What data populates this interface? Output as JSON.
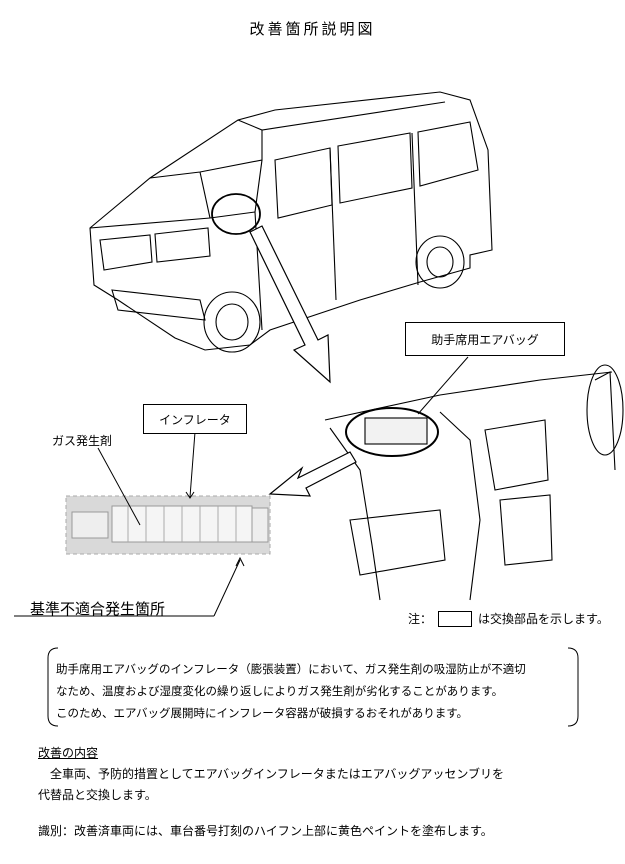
{
  "title": "改善箇所説明図",
  "labels": {
    "airbag": "助手席用エアバッグ",
    "inflator": "インフレータ",
    "gas": "ガス発生剤",
    "defect": "基準不適合発生箇所"
  },
  "note": {
    "prefix": "注：",
    "suffix": "は交換部品を示します。"
  },
  "description": [
    "助手席用エアバッグのインフレータ（膨張装置）において、ガス発生剤の吸湿防止が不適切",
    "なため、温度および湿度変化の繰り返しによりガス発生剤が劣化することがあります。",
    "このため、エアバッグ展開時にインフレータ容器が破損するおそれがあります。"
  ],
  "improvement": {
    "heading": "改善の内容",
    "lines": [
      "全車両、予防的措置としてエアバッグインフレータまたはエアバッグアッセンブリを",
      "代替品と交換します。"
    ]
  },
  "identification": "識別：改善済車両には、車台番号打刻のハイフン上部に黄色ペイントを塗布します。"
}
